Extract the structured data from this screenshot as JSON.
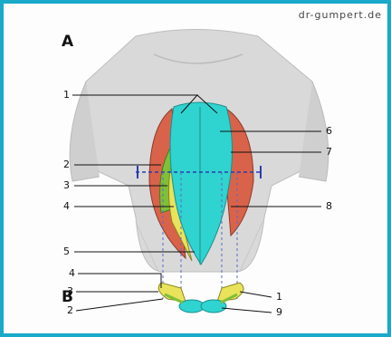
{
  "watermark": "dr-gumpert.de",
  "panels": {
    "a": "A",
    "b": "B"
  },
  "labels": {
    "l1_top": "1",
    "l2_left": "2",
    "l3_left": "3",
    "l4_left": "4",
    "l5_left": "5",
    "l6_right": "6",
    "l7_right": "7",
    "l8_right": "8",
    "l4_bottom": "4",
    "l3_bottom": "3",
    "l2_bottom": "2",
    "l1_bottom": "1",
    "l9_bottom": "9"
  },
  "colors": {
    "frame": "#1aa9c8",
    "rectus": "#2fd3d0",
    "oblique_red": "#d9634a",
    "yellow": "#e8e35a",
    "green": "#7fbf3a",
    "line_blue": "#2a3db0"
  }
}
